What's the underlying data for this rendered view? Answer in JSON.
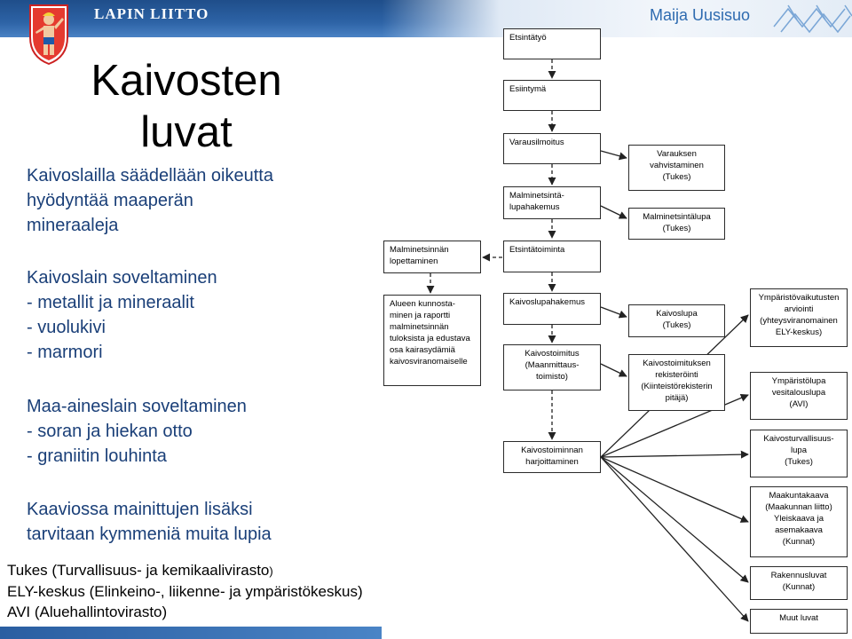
{
  "header": {
    "organization": "LAPIN LIITTO",
    "author": "Maija Uusisuo"
  },
  "slide": {
    "title_lines": [
      "Kaivosten",
      "luvat"
    ],
    "para1": [
      "Kaivoslailla säädellään oikeutta",
      "hyödyntää maaperän",
      "mineraaleja"
    ],
    "para2": [
      "Kaivoslain soveltaminen",
      "- metallit ja mineraalit",
      "- vuolukivi",
      "- marmori"
    ],
    "para3": [
      "Maa-aineslain soveltaminen",
      "- soran ja hiekan otto",
      "- graniitin louhinta"
    ],
    "para4": [
      "Kaaviossa mainittujen lisäksi",
      "tarvitaan kymmeniä muita lupia"
    ],
    "abbreviations": [
      {
        "text": "Tukes (Turvallisuus- ja kemikaalivirasto",
        "suffix": ")"
      },
      {
        "text": "ELY-keskus (Elinkeino-, liikenne- ja ympäristökeskus)",
        "suffix": ""
      },
      {
        "text": "AVI (Aluehallintovirasto)",
        "suffix": ""
      }
    ]
  },
  "diagram": {
    "boxes": {
      "etsintatyo": "Etsintätyö",
      "esiintyma": "Esiintymä",
      "varausilmoitus": "Varausilmoitus",
      "varauksen": "Varauksen\nvahvistaminen\n(Tukes)",
      "malminetsinta_hakemus": "Malminetsintä-\nlupahakemus",
      "malminetsintalupa": "Malminetsintälupa\n(Tukes)",
      "malminetsinnan_lopettaminen": "Malminetsinnän\nlopettaminen",
      "etsintatoiminta": "Etsintätoiminta",
      "alueen_kunnostaminen": "Alueen kunnosta-\nminen ja raportti\nmalminetsinnän\ntuloksista ja edustava\nosa kairasydämiä\nkaivosviranomaiselle",
      "kaivoslupahakemus": "Kaivoslupahakemus",
      "kaivoslupa": "Kaivoslupa\n(Tukes)",
      "yva": "Ympäristövaikutusten\narviointi\n(yhteysviranomainen\nELY-keskus)",
      "kaivostoimitus": "Kaivostoimitus\n(Maanmittaus-\ntoimisto)",
      "rekisterointi": "Kaivostoimituksen\nrekisteröinti\n(Kiinteistörekisterin\npitäjä)",
      "ymparistolupa": "Ympäristölupa\nvesitalouslupa\n(AVI)",
      "kaivostoiminnan_harjoittaminen": "Kaivostoiminnan\nharjoittaminen",
      "kaivosturvallisuuslupa": "Kaivosturvallisuus-\nlupa\n(Tukes)",
      "kaavat": "Maakuntakaava\n(Maakunnan liitto)\nYleiskaava ja\nasemakaava\n(Kunnat)",
      "rakennusluvat": "Rakennusluvat\n(Kunnat)",
      "muut_luvat": "Muut luvat"
    }
  },
  "colors": {
    "header_blue": "#1f4e8a",
    "text_blue": "#1a3f78",
    "author_blue": "#2e6bb0"
  }
}
